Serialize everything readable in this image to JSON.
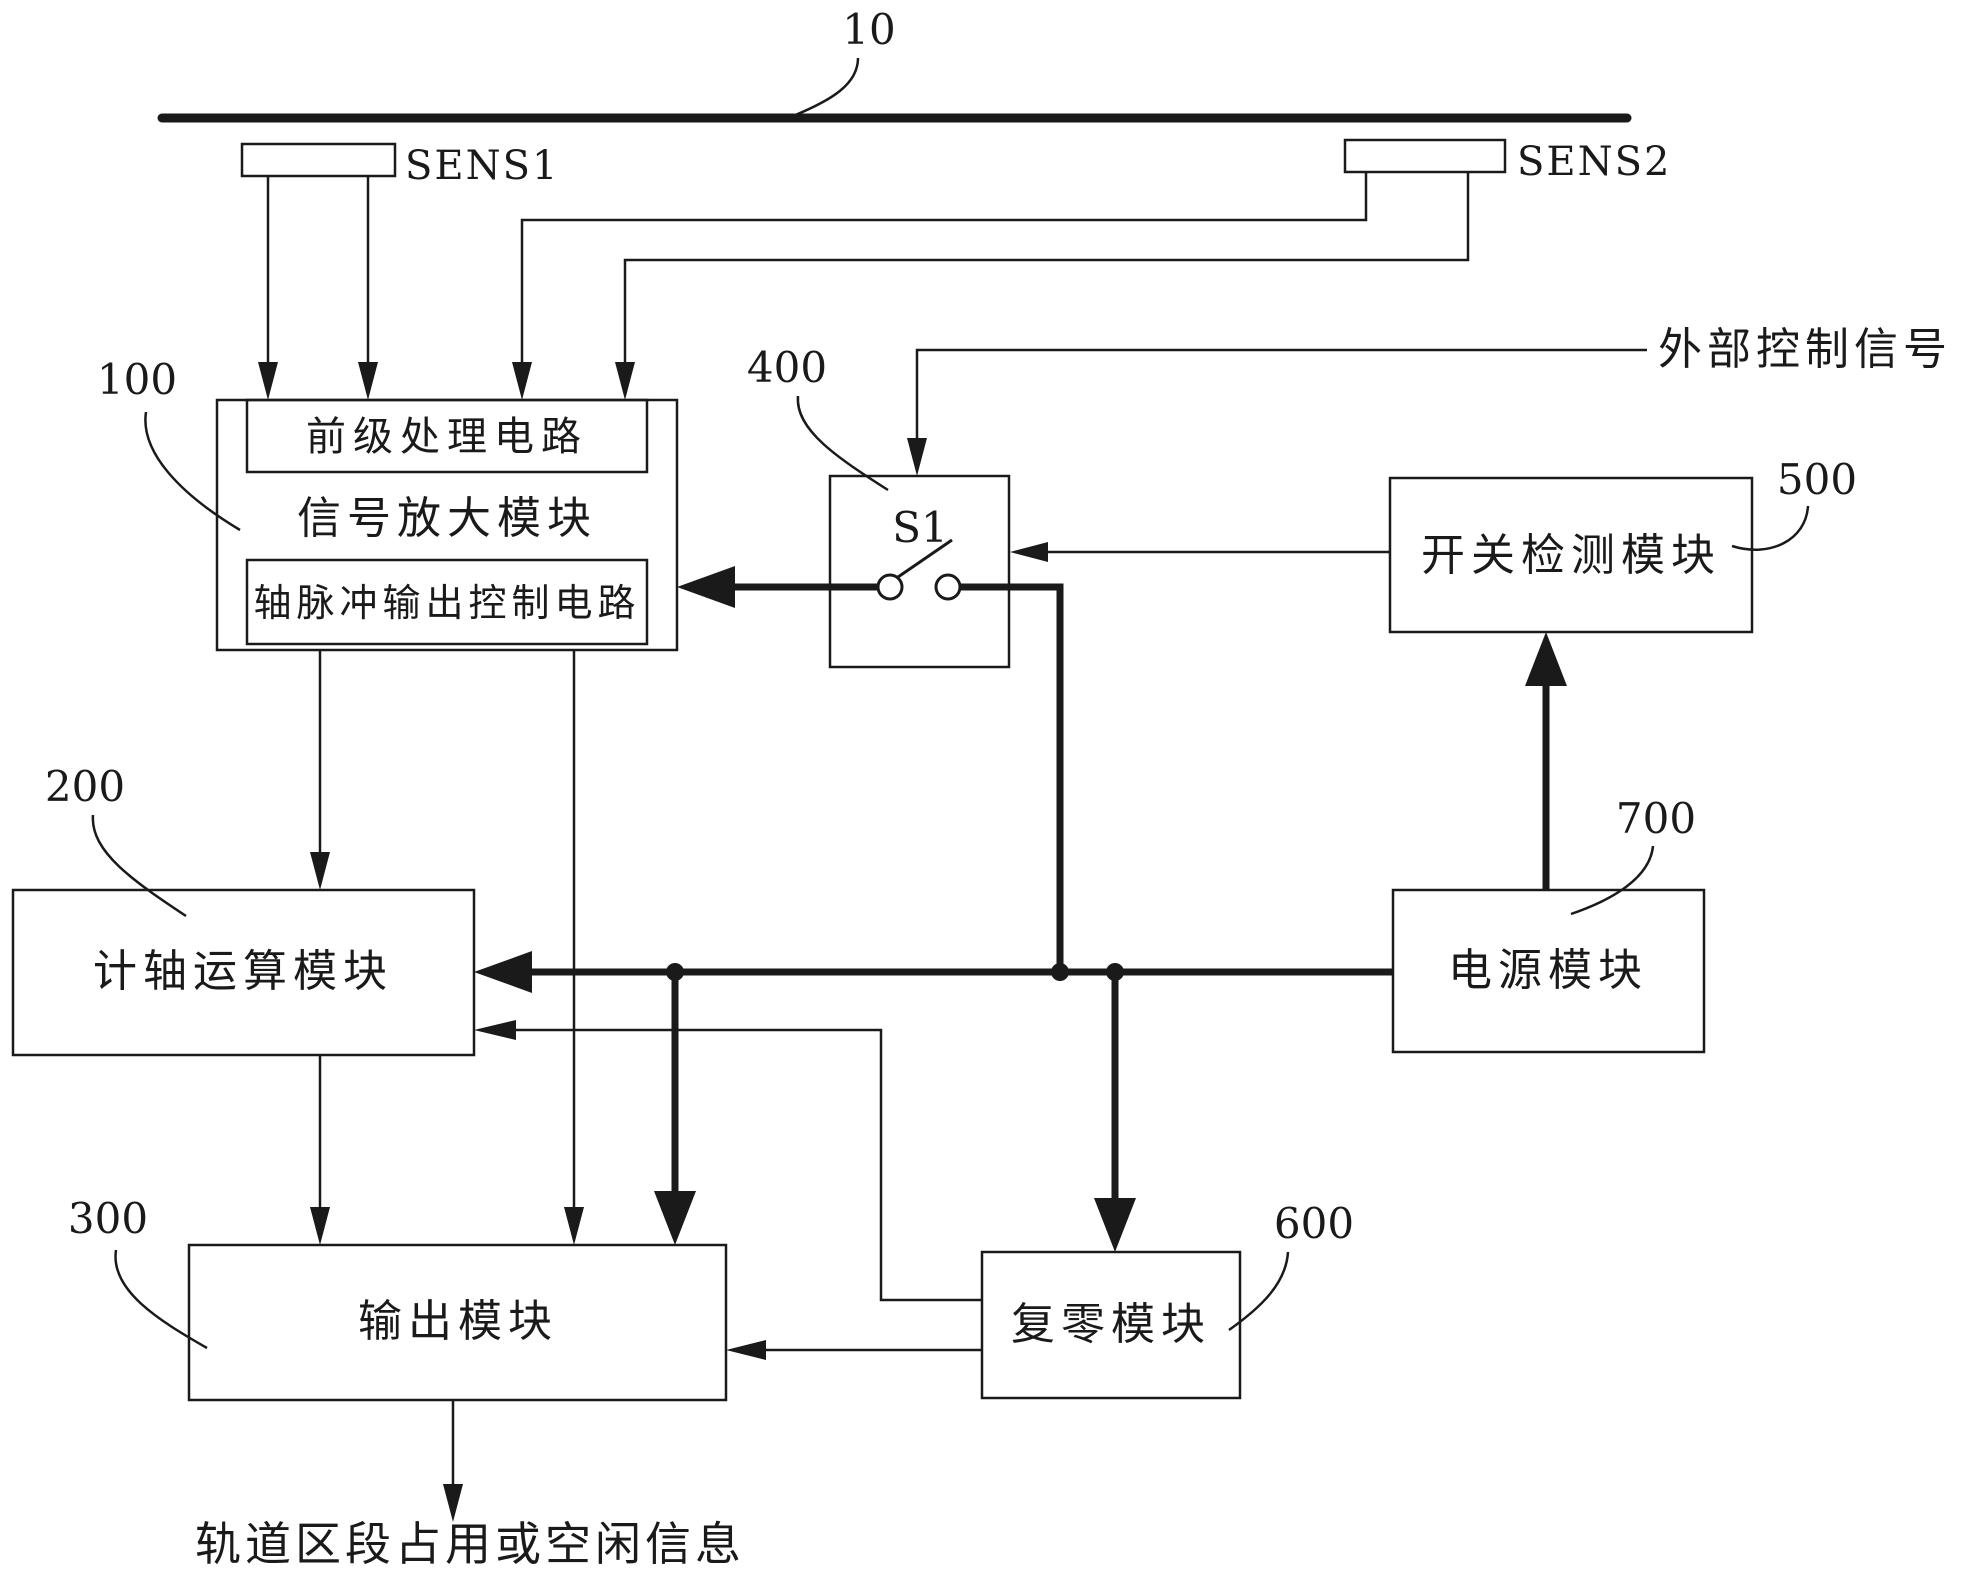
{
  "page": {
    "background": "#ffffff",
    "line_color": "#1a1a1a"
  },
  "diagram": {
    "rail": {
      "ref": "10"
    },
    "sensors": {
      "sens1": {
        "label": "SENS1"
      },
      "sens2": {
        "label": "SENS2"
      }
    },
    "external_signal": {
      "label": "外部控制信号"
    },
    "modules": {
      "amplifier": {
        "ref": "100",
        "label": "信号放大模块",
        "sub_top": "前级处理电路",
        "sub_bottom": "轴脉冲输出控制电路"
      },
      "axle_counter": {
        "ref": "200",
        "label": "计轴运算模块"
      },
      "output": {
        "ref": "300",
        "label": "输出模块"
      },
      "switch": {
        "ref": "400",
        "label": "S1"
      },
      "switch_detect": {
        "ref": "500",
        "label": "开关检测模块"
      },
      "reset": {
        "ref": "600",
        "label": "复零模块"
      },
      "power": {
        "ref": "700",
        "label": "电源模块"
      }
    },
    "output_info": {
      "label": "轨道区段占用或空闲信息"
    }
  }
}
